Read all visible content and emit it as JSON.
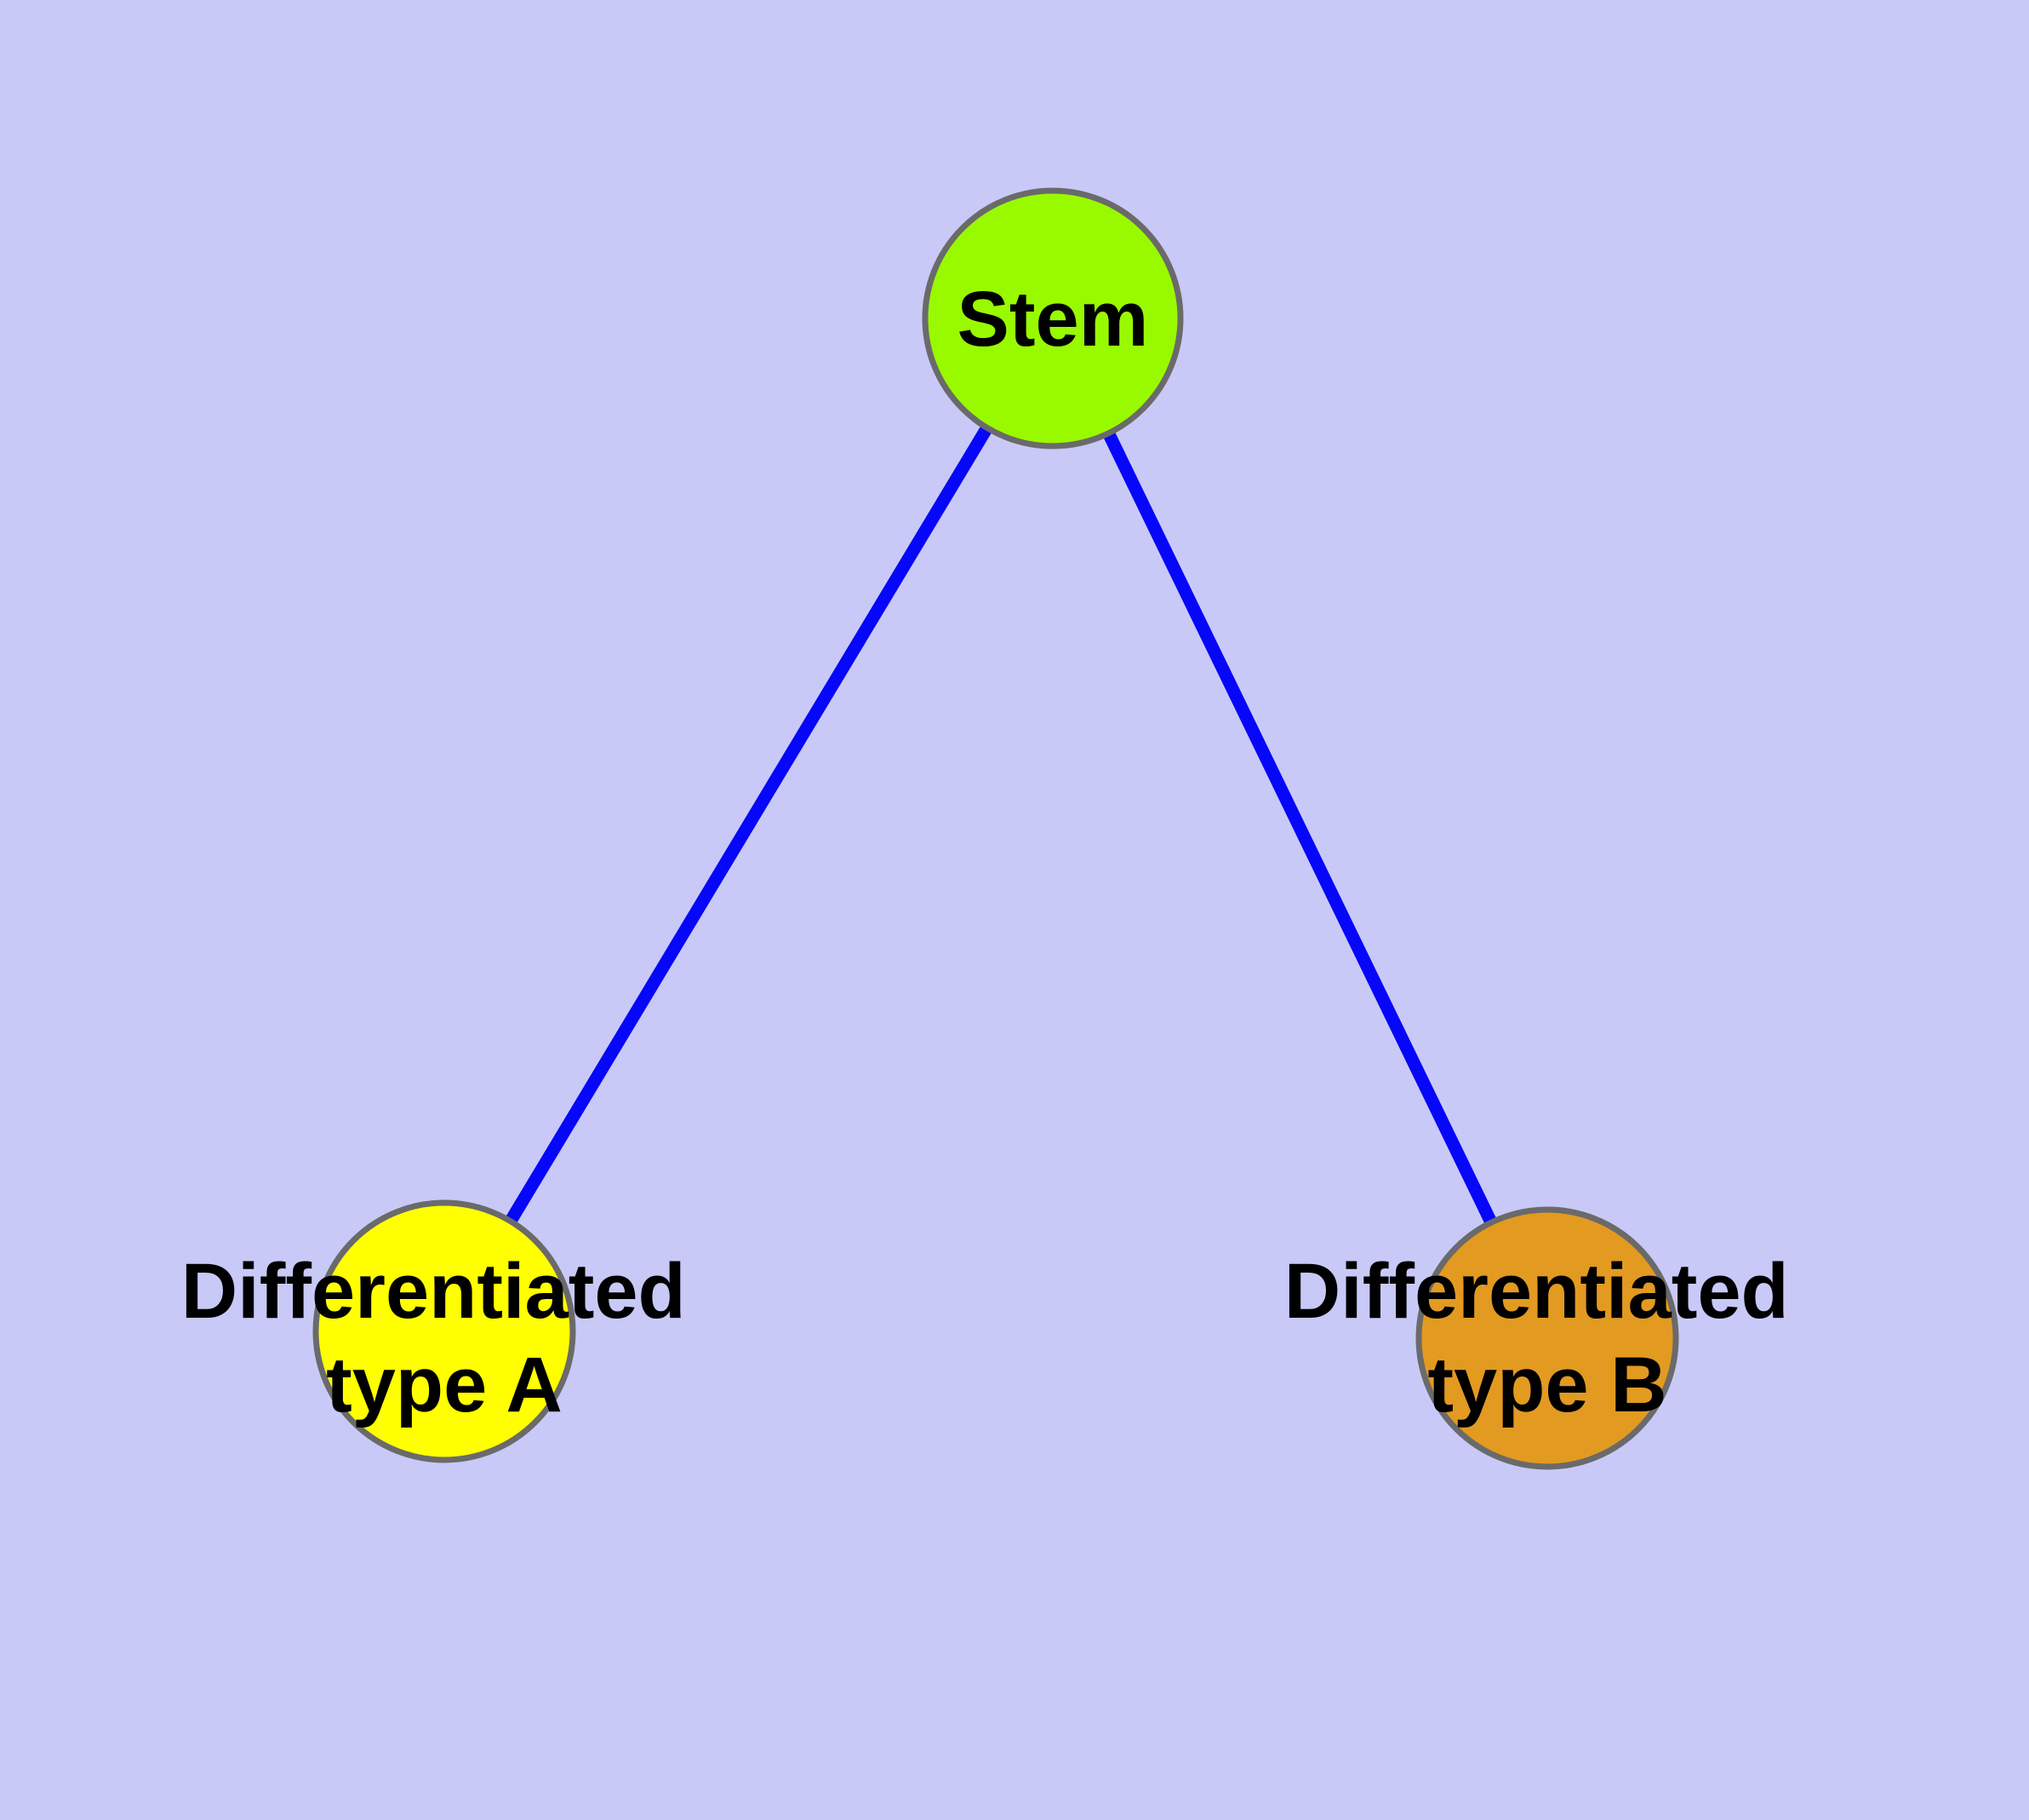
{
  "figure": {
    "title": "Stem cell differentiation diagram",
    "type": "node-link-diagram",
    "background_color": "#C9C9F8",
    "border_color": "#6A6A6A",
    "edge_color": "#0606FA",
    "text_color": "#000000"
  },
  "nodes": [
    {
      "id": "stem",
      "label": "Stem",
      "lines": [
        "Stem"
      ],
      "fill_color": "#99FA00"
    },
    {
      "id": "differentiated-type-a",
      "label": "Differentiated type A",
      "lines": [
        "Differentiated",
        "type A"
      ],
      "fill_color": "#FFFF00"
    },
    {
      "id": "differentiated-type-b",
      "label": "Differentiated type B",
      "lines": [
        "Differentiated",
        "type B"
      ],
      "fill_color": "#E39A20"
    }
  ],
  "edges": [
    {
      "from": "Stem",
      "to": "Differentiated type A",
      "color": "#0606FA"
    },
    {
      "from": "Stem",
      "to": "Differentiated type B",
      "color": "#0606FA"
    }
  ]
}
